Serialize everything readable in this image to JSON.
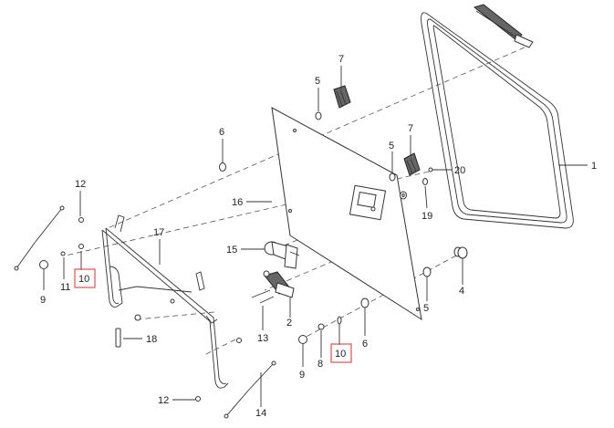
{
  "diagram": {
    "highlight_color": "#e05050",
    "callouts": {
      "c1": "1",
      "c2": "2",
      "c4": "4",
      "c5a": "5",
      "c5b": "5",
      "c5c": "5",
      "c6a": "6",
      "c6b": "6",
      "c7a": "7",
      "c7b": "7",
      "c8": "8",
      "c9a": "9",
      "c9b": "9",
      "c10a": "10",
      "c10b": "10",
      "c11": "11",
      "c12a": "12",
      "c12b": "12",
      "c13": "13",
      "c14": "14",
      "c15": "15",
      "c16": "16",
      "c17": "17",
      "c18": "18",
      "c19": "19",
      "c20": "20"
    }
  }
}
